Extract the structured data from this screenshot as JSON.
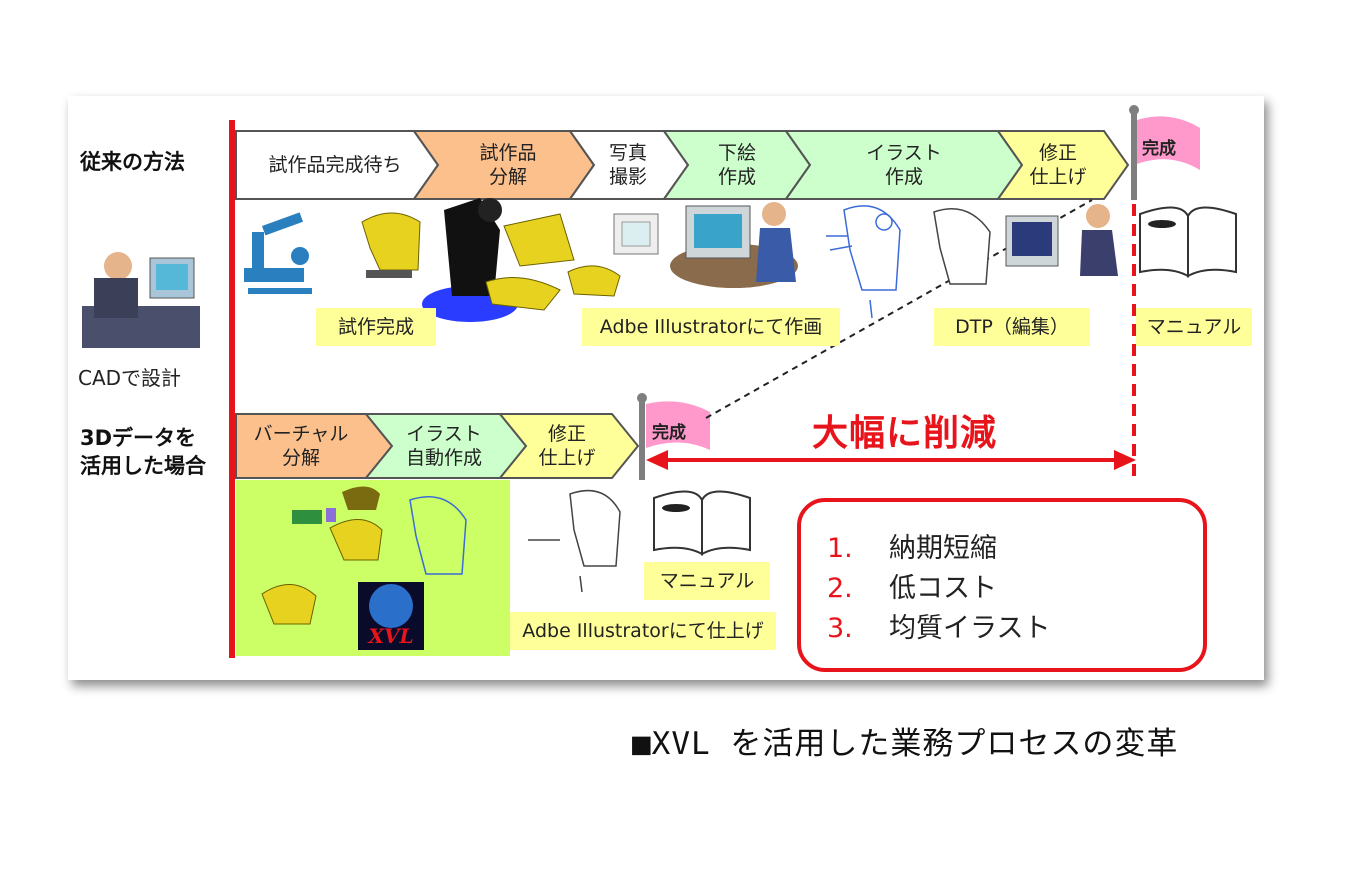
{
  "caption": "■XVL を活用した業務プロセスの変革",
  "rows": {
    "traditional_label": "従来の方法",
    "xvl_label_line1": "3Dデータを",
    "xvl_label_line2": "活用した場合"
  },
  "cad_label": "CADで設計",
  "traditional_steps": [
    {
      "text": "試作品完成待ち",
      "color": "#ffffff"
    },
    {
      "text": "試作品\n分解",
      "color": "#fbc08c"
    },
    {
      "text": "写真\n撮影",
      "color": "#ffffff"
    },
    {
      "text": "下絵\n作成",
      "color": "#ccffcc"
    },
    {
      "text": "イラスト\n作成",
      "color": "#ccffcc"
    },
    {
      "text": "修正\n仕上げ",
      "color": "#ffff99"
    }
  ],
  "xvl_steps": [
    {
      "text": "バーチャル\n分解",
      "color": "#fbc08c"
    },
    {
      "text": "イラスト\n自動作成",
      "color": "#ccffcc"
    },
    {
      "text": "修正\n仕上げ",
      "color": "#ffff99"
    }
  ],
  "flag_label": "完成",
  "yellow_labels": {
    "prototype_done": "試作完成",
    "illustrator_draw": "Adbe Illustratorにて作画",
    "dtp": "DTP（編集）",
    "manual_top": "マニュアル",
    "manual_bottom": "マニュアル",
    "illustrator_finish": "Adbe Illustratorにて仕上げ"
  },
  "reduction_label": "大幅に削減",
  "xvl_logo": "XVL",
  "benefits": [
    {
      "num": "1.",
      "text": "納期短縮"
    },
    {
      "num": "2.",
      "text": "低コスト"
    },
    {
      "num": "3.",
      "text": "均質イラスト"
    }
  ],
  "colors": {
    "accent_red": "#e8141b",
    "flag_pink": "#ff99cc",
    "arrow_gray": "#7f7f7f"
  }
}
